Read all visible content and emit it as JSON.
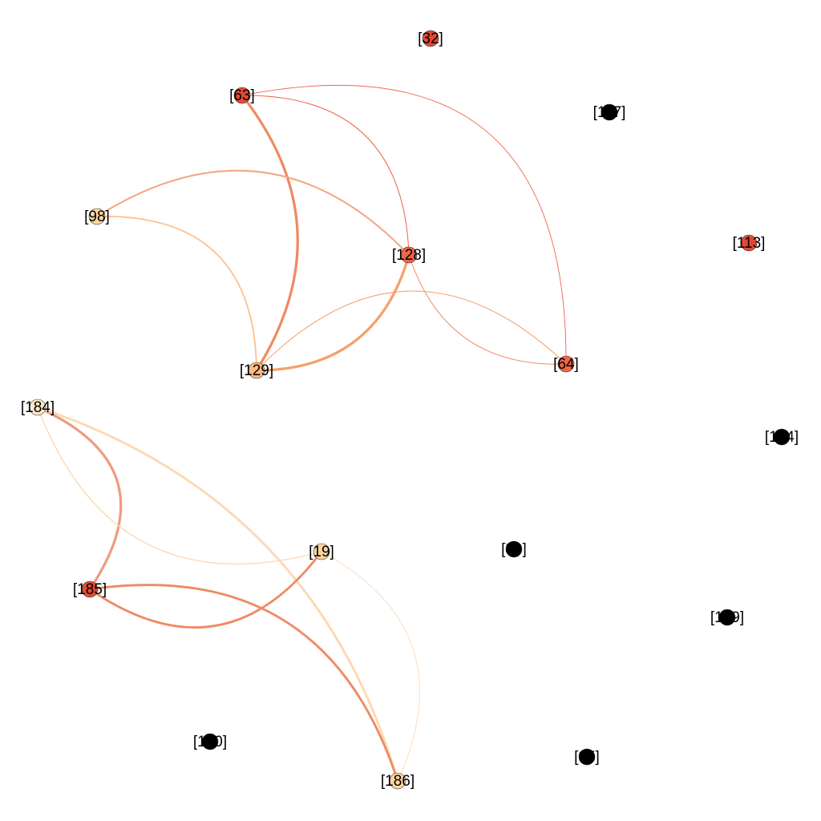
{
  "graph": {
    "nodes": [
      {
        "id": "32",
        "label": "[32]",
        "color": "#e34a33"
      },
      {
        "id": "63",
        "label": "[63]",
        "color": "#e34a33"
      },
      {
        "id": "117",
        "label": "[117]",
        "color": "#000000"
      },
      {
        "id": "98",
        "label": "[98]",
        "color": "#fdd49e"
      },
      {
        "id": "113",
        "label": "[113]",
        "color": "#e34a33"
      },
      {
        "id": "128",
        "label": "[128]",
        "color": "#ef6548"
      },
      {
        "id": "64",
        "label": "[64]",
        "color": "#ef6548"
      },
      {
        "id": "129",
        "label": "[129]",
        "color": "#fdbb84"
      },
      {
        "id": "184",
        "label": "[184]",
        "color": "#fee8c8"
      },
      {
        "id": "164",
        "label": "[164]",
        "color": "#000000"
      },
      {
        "id": "19",
        "label": "[19]",
        "color": "#fdd49e"
      },
      {
        "id": "89",
        "label": "[89]",
        "color": "#000000"
      },
      {
        "id": "185",
        "label": "[185]",
        "color": "#e34a33"
      },
      {
        "id": "179",
        "label": "[179]",
        "color": "#000000"
      },
      {
        "id": "100",
        "label": "[100]",
        "color": "#000000"
      },
      {
        "id": "95",
        "label": "[95]",
        "color": "#000000"
      },
      {
        "id": "186",
        "label": "[186]",
        "color": "#fdd49e"
      }
    ],
    "edges": [
      {
        "source": "63",
        "target": "129",
        "color": "#ef8a62",
        "weight": 3.2
      },
      {
        "source": "63",
        "target": "128",
        "color": "#ef6548",
        "weight": 1.0
      },
      {
        "source": "63",
        "target": "64",
        "color": "#ef6548",
        "weight": 0.9
      },
      {
        "source": "98",
        "target": "128",
        "color": "#f4a582",
        "weight": 2.0
      },
      {
        "source": "98",
        "target": "129",
        "color": "#fdc08c",
        "weight": 1.8
      },
      {
        "source": "128",
        "target": "129",
        "color": "#f4a06a",
        "weight": 3.2
      },
      {
        "source": "128",
        "target": "64",
        "color": "#ef8a62",
        "weight": 1.0
      },
      {
        "source": "129",
        "target": "64",
        "color": "#f4a06a",
        "weight": 1.0
      },
      {
        "source": "184",
        "target": "185",
        "color": "#ef9a80",
        "weight": 3.2
      },
      {
        "source": "184",
        "target": "19",
        "color": "#fdd9b5",
        "weight": 1.4
      },
      {
        "source": "184",
        "target": "186",
        "color": "#fdd9b5",
        "weight": 3.0
      },
      {
        "source": "185",
        "target": "19",
        "color": "#ef8a62",
        "weight": 2.8
      },
      {
        "source": "185",
        "target": "186",
        "color": "#ef8a62",
        "weight": 2.8
      },
      {
        "source": "19",
        "target": "186",
        "color": "#fdd9b5",
        "weight": 0.9
      }
    ]
  }
}
